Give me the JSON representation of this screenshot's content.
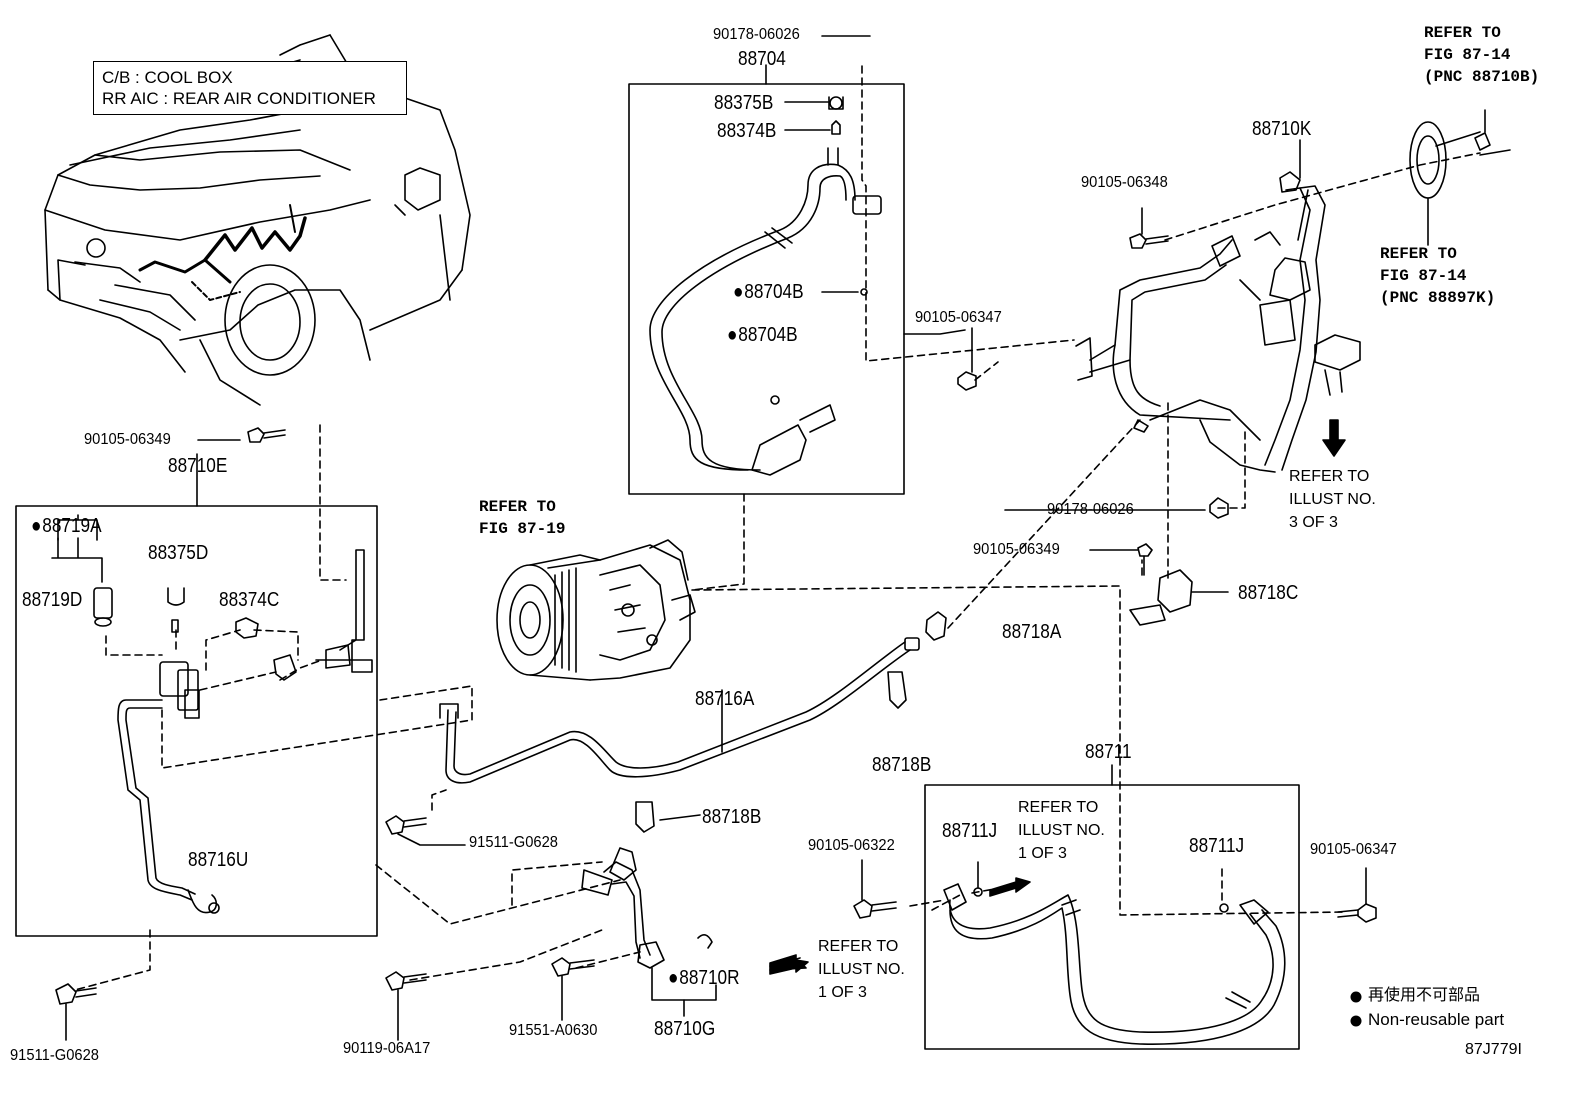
{
  "legend": {
    "line1": "C/B  :  COOL BOX",
    "line2": "RR AIC  :  REAR AIR CONDITIONER"
  },
  "parts": {
    "p90178_06026_top": "90178-06026",
    "p88704": "88704",
    "p88375B": "88375B",
    "p88374B": "88374B",
    "p88704B_a": "88704B",
    "p88704B_b": "88704B",
    "p90105_06347_mid": "90105-06347",
    "p90105_06349_top": "90105-06349",
    "p88710E": "88710E",
    "p88719A": "88719A",
    "p88375D": "88375D",
    "p88719D": "88719D",
    "p88374C": "88374C",
    "p88716U": "88716U",
    "p91511_G0628_left": "91511-G0628",
    "p88716A": "88716A",
    "p91511_G0628_mid": "91511-G0628",
    "p88718B_a": "88718B",
    "p88718B_b": "88718B",
    "p88718A": "88718A",
    "p88718C": "88718C",
    "p90105_06349_right": "90105-06349",
    "p90178_06026_right": "90178-06026",
    "p90105_06348": "90105-06348",
    "p88710K": "88710K",
    "p88711": "88711",
    "p88711J_a": "88711J",
    "p88711J_b": "88711J",
    "p90105_06322": "90105-06322",
    "p90105_06347_right": "90105-06347",
    "p91551_A0630": "91551-A0630",
    "p90119_06A17": "90119-06A17",
    "p88710R": "88710R",
    "p88710G": "88710G"
  },
  "refs": {
    "fig8714_a": [
      "REFER TO",
      "FIG 87-14",
      "(PNC 88710B)"
    ],
    "fig8714_b": [
      "REFER TO",
      "FIG 87-14",
      "(PNC 88897K)"
    ],
    "fig8719": [
      "REFER TO",
      "FIG 87-19"
    ],
    "illust3of3": [
      "REFER TO",
      "ILLUST NO.",
      "3 OF 3"
    ],
    "illust1of3_a": [
      "REFER TO",
      "ILLUST NO.",
      "1 OF 3"
    ],
    "illust1of3_b": [
      "REFER TO",
      "ILLUST NO.",
      "1 OF 3"
    ]
  },
  "footer": {
    "nonreusable_cn": "再使用不可部品",
    "nonreusable_en": "Non-reusable part",
    "code": "87J779I"
  }
}
